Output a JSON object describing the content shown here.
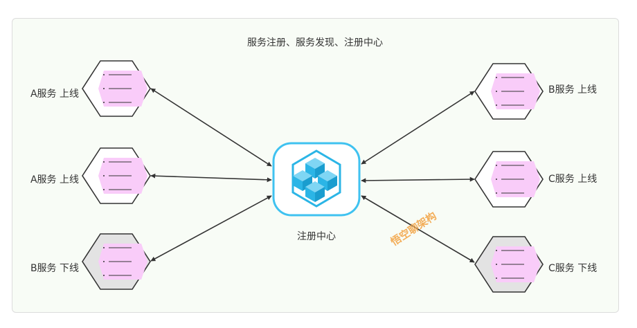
{
  "title": "服务注册、服务发现、注册中心",
  "center": {
    "label": "注册中心",
    "icon": "cube-cluster-icon"
  },
  "nodes": [
    {
      "id": "a1",
      "label": "A服务 上线",
      "status": "online"
    },
    {
      "id": "a2",
      "label": "A服务 上线",
      "status": "online"
    },
    {
      "id": "b1",
      "label": "B服务 下线",
      "status": "offline"
    },
    {
      "id": "b2",
      "label": "B服务 上线",
      "status": "online"
    },
    {
      "id": "c1",
      "label": "C服务 上线",
      "status": "online"
    },
    {
      "id": "c2",
      "label": "C服务 下线",
      "status": "offline"
    }
  ],
  "watermark": "悟空聊架构",
  "colors": {
    "background": "#f8fcf6",
    "online_fill": "#ffffff",
    "offline_fill": "#e3e3e3",
    "doc_fill": "#f9ccf9",
    "center_stroke": "#3fc2f0",
    "cube_fill": "#2bb5e6",
    "arrow": "#333333"
  }
}
